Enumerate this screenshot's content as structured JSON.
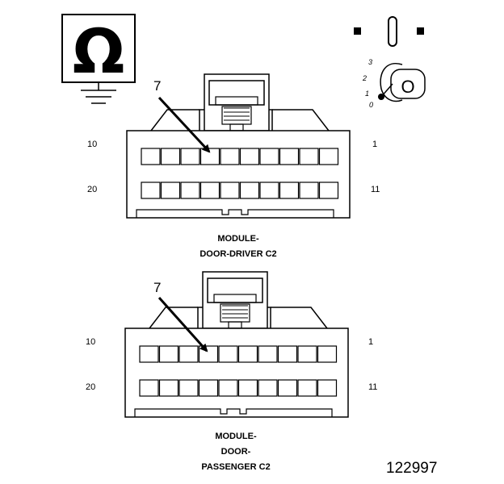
{
  "meter": {
    "symbol": "Ω",
    "ignition_positions": [
      "3",
      "2",
      "1",
      "0"
    ],
    "key_letter": "O"
  },
  "connectors": [
    {
      "callout": "7",
      "pin_top_left": "10",
      "pin_top_right": "1",
      "pin_bottom_left": "20",
      "pin_bottom_right": "11",
      "caption_lines": [
        "MODULE-",
        "DOOR-DRIVER C2"
      ]
    },
    {
      "callout": "7",
      "pin_top_left": "10",
      "pin_top_right": "1",
      "pin_bottom_left": "20",
      "pin_bottom_right": "11",
      "caption_lines": [
        "MODULE-",
        "DOOR-",
        "PASSENGER C2"
      ]
    }
  ],
  "figure_number": "122997"
}
